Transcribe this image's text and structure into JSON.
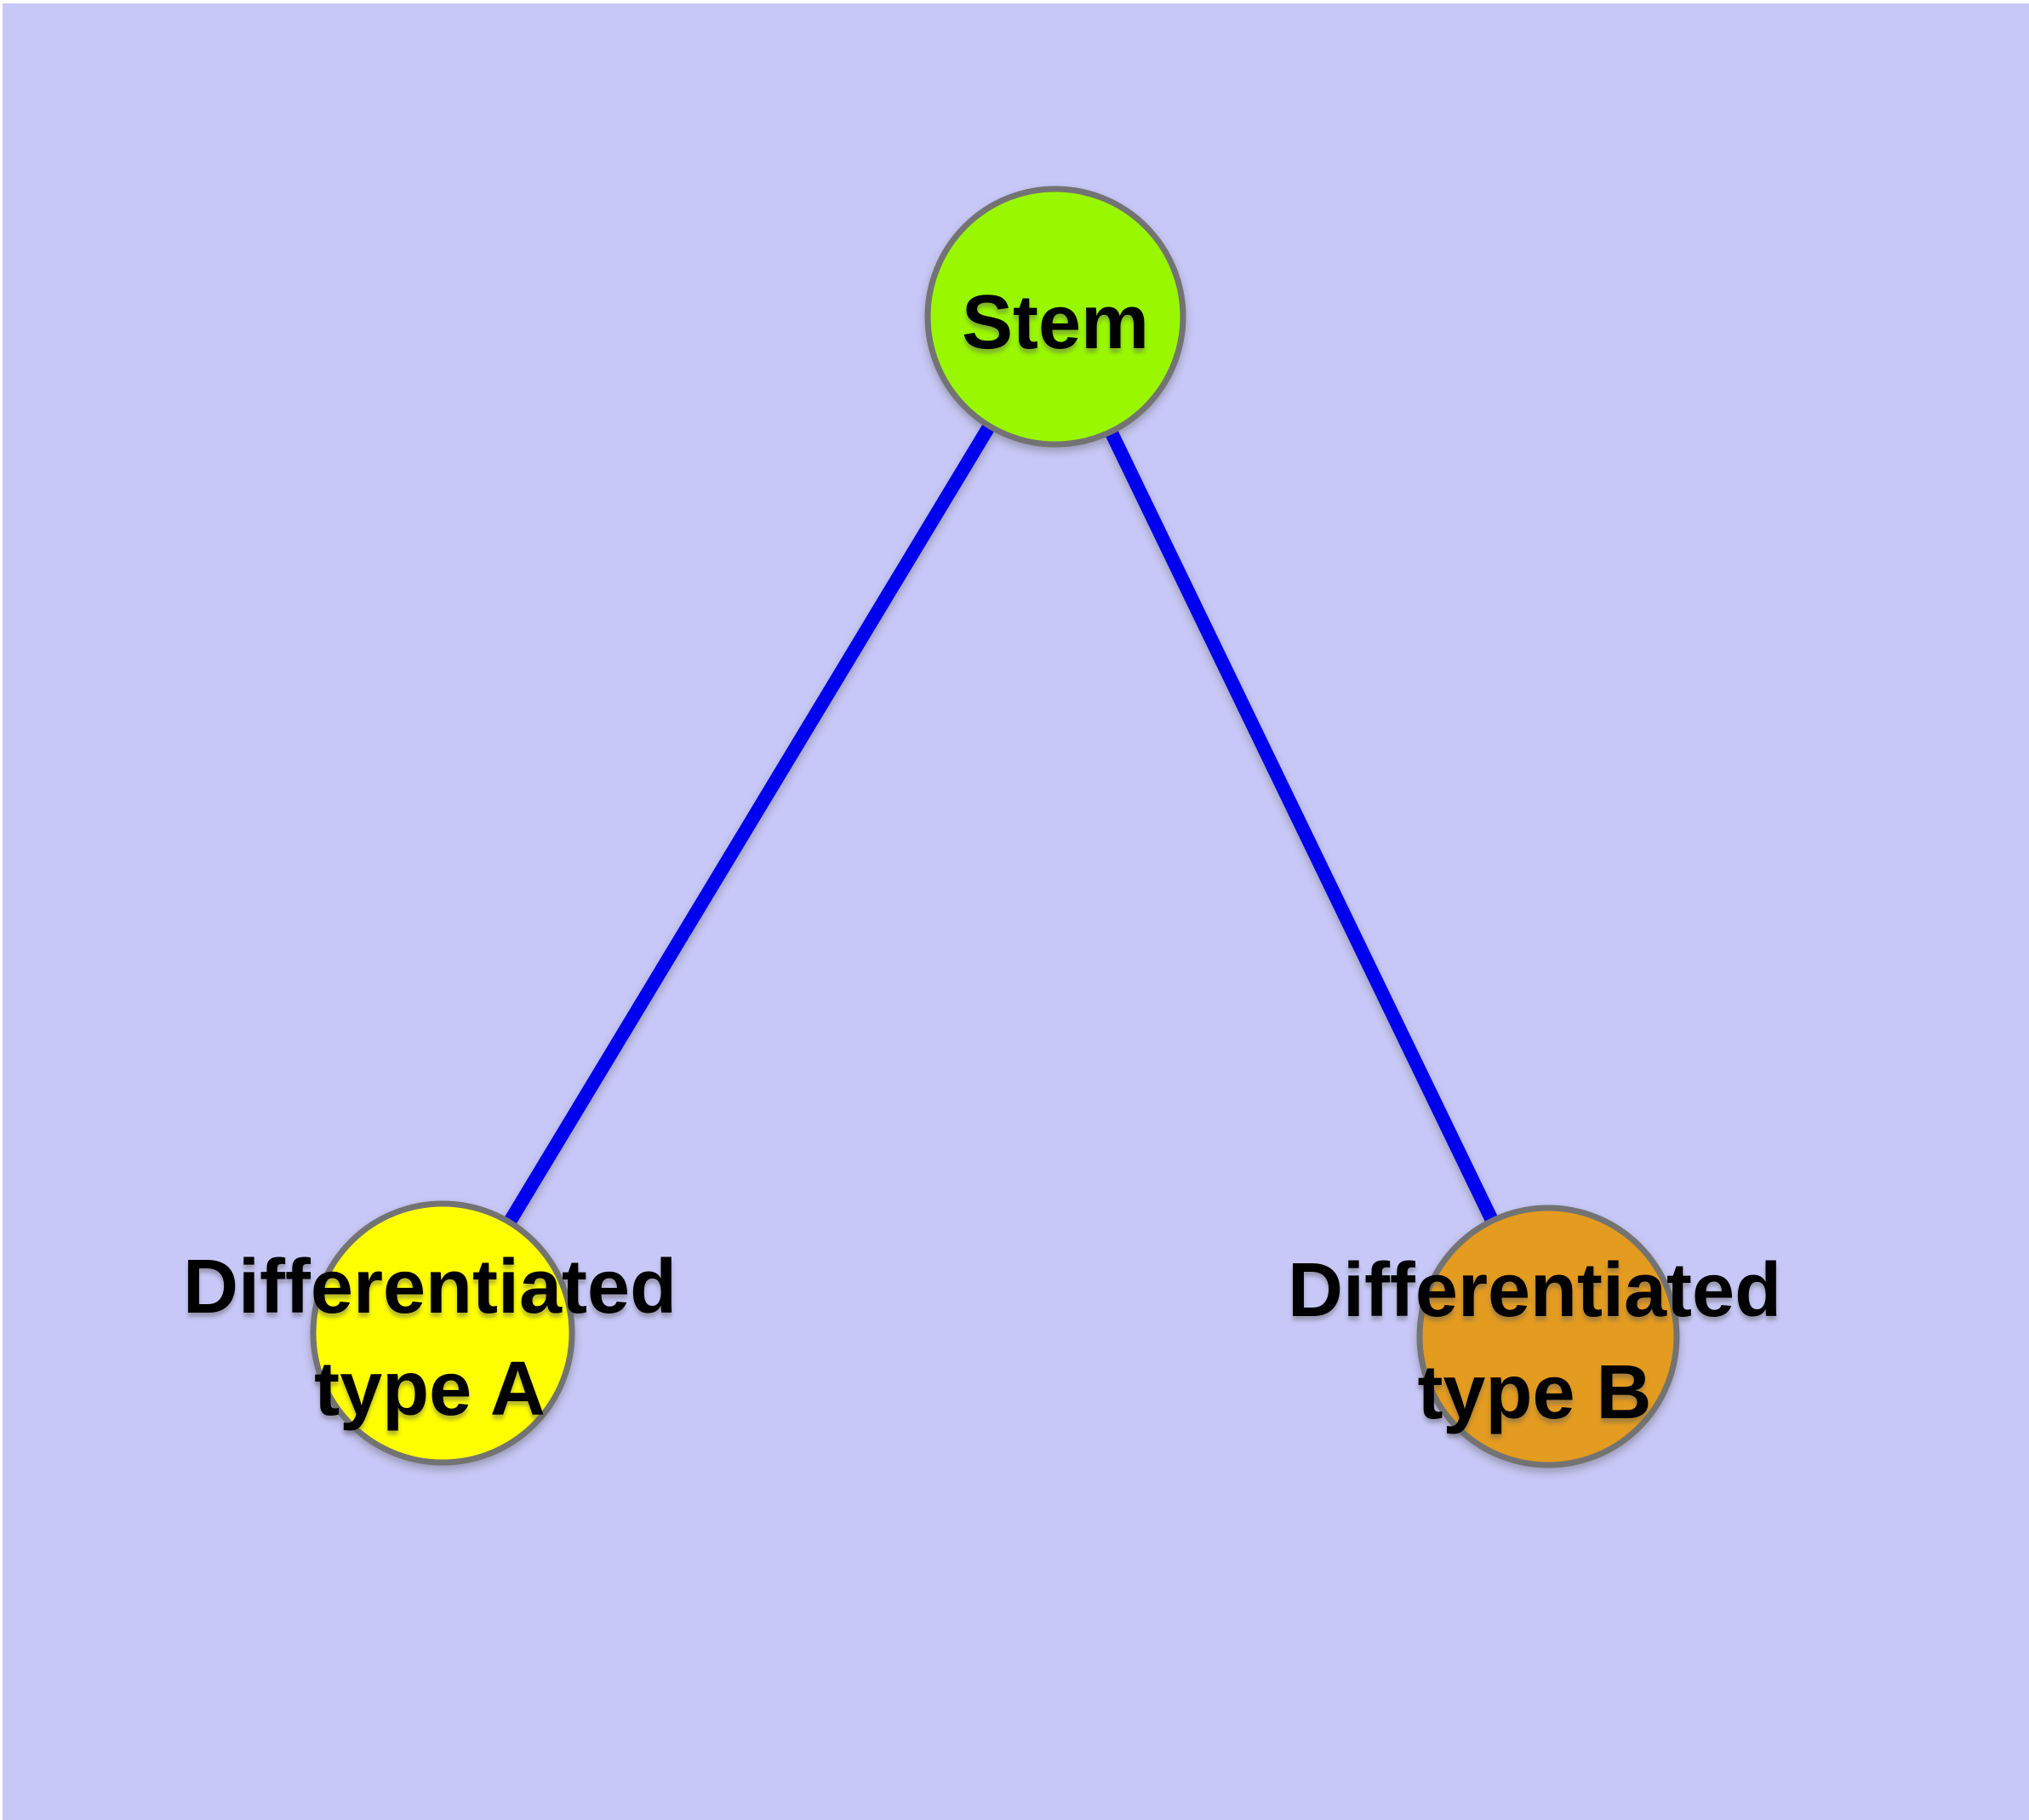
{
  "diagram": {
    "type": "graph",
    "background_color": "#C8C8F8",
    "margin_color": "#FFFFFF",
    "edge_color": "#0000EE",
    "node_border_color": "#737373",
    "label_color": "#000000",
    "nodes": [
      {
        "id": "stem",
        "label": "Stem",
        "fill": "#99F800"
      },
      {
        "id": "differentiated-type-a",
        "label": "Differentiated type A",
        "label_line1": "Differentiated",
        "label_line2": "type A",
        "fill": "#FFFF00"
      },
      {
        "id": "differentiated-type-b",
        "label": "Differentiated type B",
        "label_line1": "Differentiated",
        "label_line2": "type B",
        "fill": "#E39B20"
      }
    ],
    "edges": [
      {
        "from": "stem",
        "to": "differentiated-type-a"
      },
      {
        "from": "stem",
        "to": "differentiated-type-b"
      }
    ]
  }
}
